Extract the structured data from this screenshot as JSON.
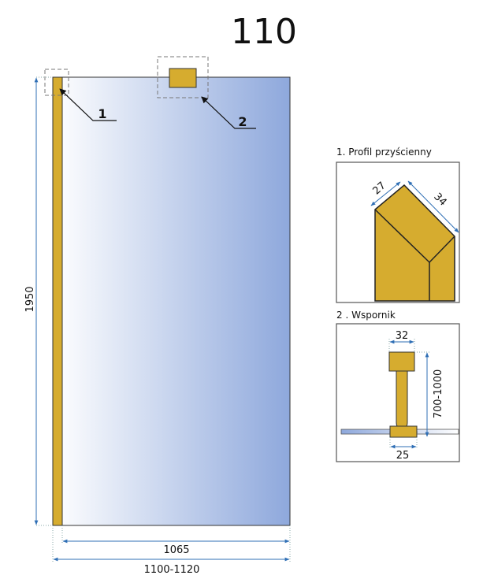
{
  "title": "110",
  "main": {
    "callout_1": "1",
    "callout_2": "2",
    "height_dim": "1950",
    "inner_width_dim": "1065",
    "outer_width_dim": "1100-1120"
  },
  "detail_1": {
    "title": "1.  Profil przyścienny",
    "dim_a": "27",
    "dim_b": "34"
  },
  "detail_2": {
    "title": "2 .  Wspornik",
    "dim_top": "32",
    "dim_bottom": "25",
    "dim_length": "700-1000"
  },
  "colors": {
    "gold": "#d6ac2f",
    "glass_blue": "#8ea8dc",
    "dim_blue": "#2f6fb5"
  }
}
